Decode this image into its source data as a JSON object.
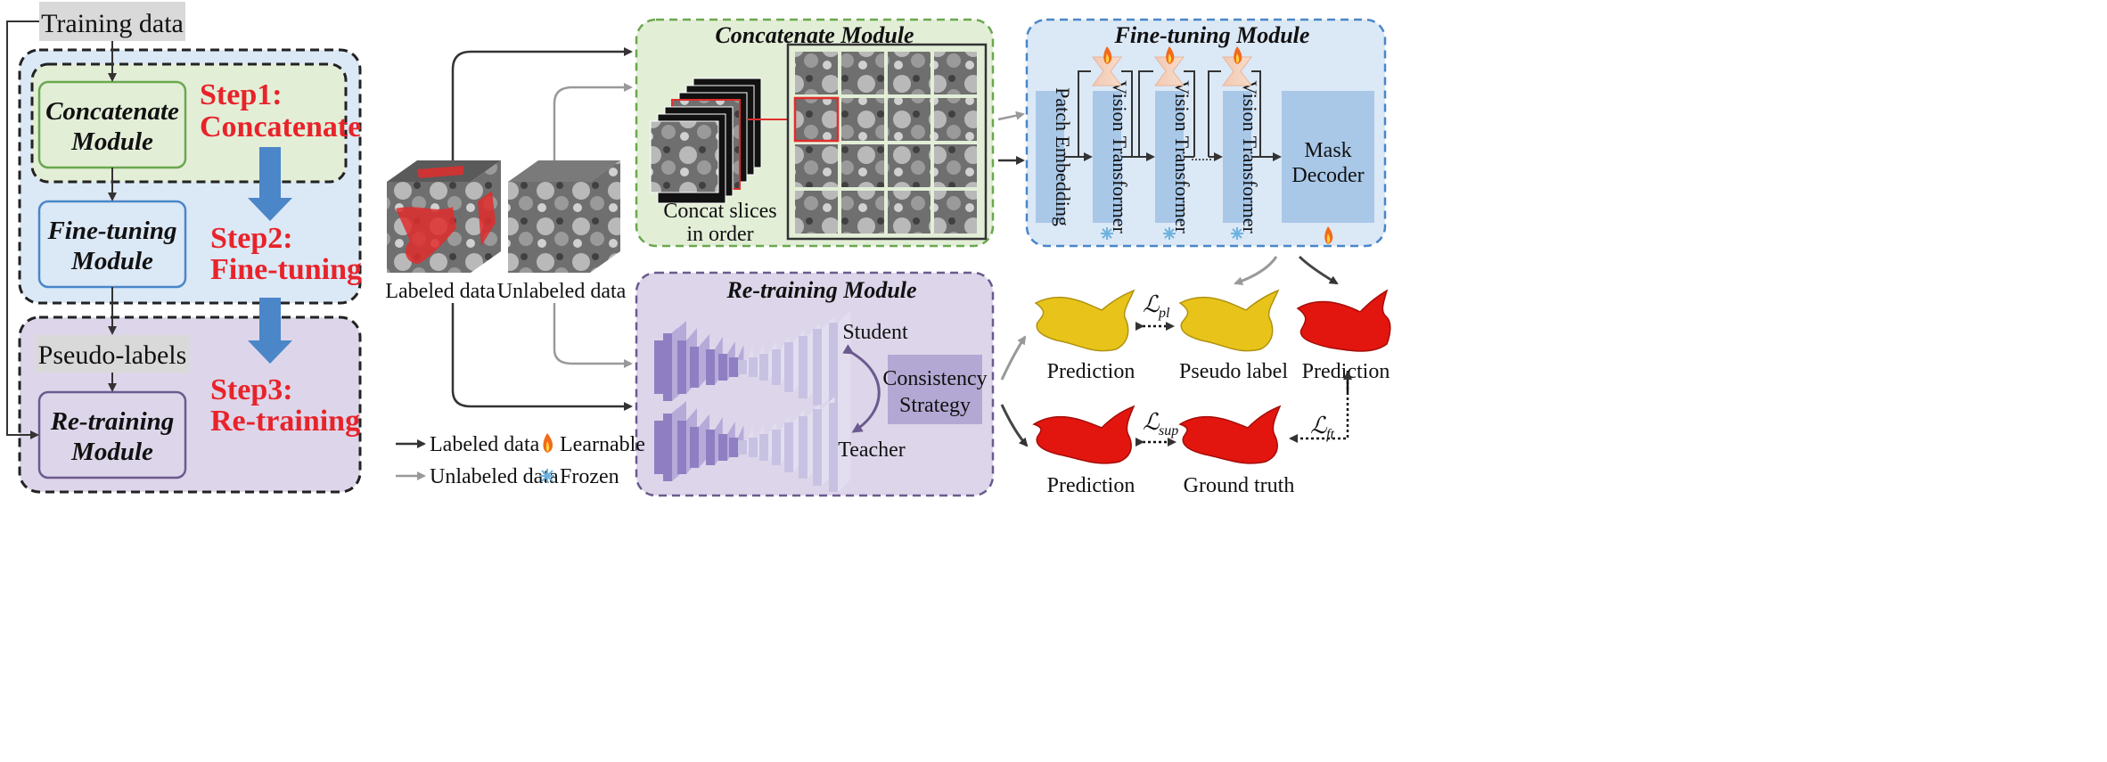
{
  "left_pipeline": {
    "training_data": "Training data",
    "concatenate_module": [
      "Concatenate",
      "Module"
    ],
    "finetuning_module": [
      "Fine-tuning",
      "Module"
    ],
    "pseudo_labels": "Pseudo-labels",
    "retraining_module": [
      "Re-training",
      "Module"
    ],
    "step1": [
      "Step1:",
      "Concatenate"
    ],
    "step2": [
      "Step2:",
      "Fine-tuning"
    ],
    "step3": [
      "Step3:",
      "Re-training"
    ]
  },
  "data_cubes": {
    "labeled": "Labeled data",
    "unlabeled": "Unlabeled data"
  },
  "concatenate_panel": {
    "title": "Concatenate Module",
    "caption": [
      "Concat slices",
      "in order"
    ]
  },
  "finetuning_panel": {
    "title": "Fine-tuning Module",
    "patch_embedding": "Patch Embedding",
    "vision_transformer": "Vision Transformer",
    "mask_decoder": [
      "Mask",
      "Decoder"
    ],
    "dots": "......"
  },
  "retraining_panel": {
    "title": "Re-training Module",
    "student": "Student",
    "teacher": "Teacher",
    "consistency": [
      "Consistency",
      "Strategy"
    ]
  },
  "results": {
    "prediction_top_left": "Prediction",
    "pseudo_label": "Pseudo label",
    "prediction_top_right": "Prediction",
    "prediction_bottom": "Prediction",
    "ground_truth": "Ground truth",
    "loss_pl": "pl",
    "loss_sup": "sup",
    "loss_ft": "ft",
    "loss_symbol": "ℒ"
  },
  "legend": {
    "labeled": "Labeled data",
    "unlabeled": "Unlabeled data",
    "learnable": "Learnable",
    "frozen": "Frozen"
  },
  "colors": {
    "green_fill": "#e3eed7",
    "green_border": "#6aa84f",
    "blue_fill": "#dbe8f6",
    "blue_border": "#4a86c8",
    "purple_fill": "#ddd6ea",
    "purple_border": "#6b5a8e",
    "red_text": "#e8232a",
    "arrow_blue": "#4a86c8",
    "block_blue": "#a9c8e8",
    "yellow_shape": "#e8c41a",
    "red_shape": "#e3150f"
  }
}
